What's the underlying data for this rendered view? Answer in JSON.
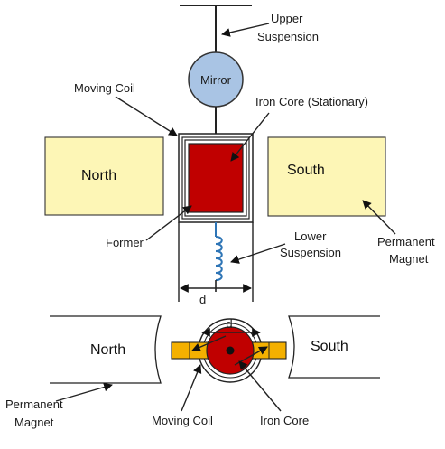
{
  "labels": {
    "upper_suspension_1": "Upper",
    "upper_suspension_2": "Suspension",
    "mirror": "Mirror",
    "moving_coil_top": "Moving Coil",
    "iron_core_stationary": "Iron Core (Stationary)",
    "north_top": "North",
    "south_top": "South",
    "former": "Former",
    "lower_suspension_1": "Lower",
    "lower_suspension_2": "Suspension",
    "permanent_magnet_right_1": "Permanent",
    "permanent_magnet_right_2": "Magnet",
    "d_top": "d",
    "d_bottom": "d",
    "north_bottom": "North",
    "south_bottom": "South",
    "permanent_magnet_left_1": "Permanent",
    "permanent_magnet_left_2": "Magnet",
    "moving_coil_bottom": "Moving Coil",
    "iron_core_bottom": "Iron Core"
  },
  "colors": {
    "magnet_fill": "#fdf6b6",
    "core_fill": "#c00000",
    "mirror_fill": "#a9c4e4",
    "suspension_coil": "#2e75b6",
    "coil_bar": "#f4b000"
  }
}
